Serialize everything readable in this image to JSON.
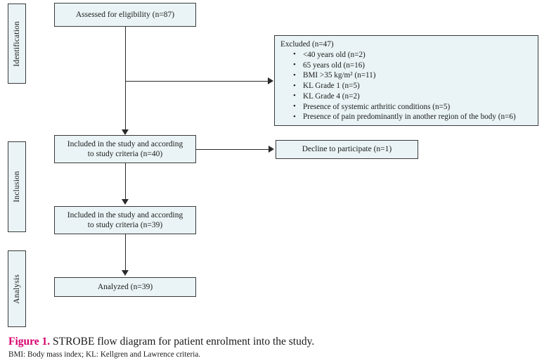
{
  "figure": {
    "stages": [
      {
        "id": "identification",
        "label": "Identification"
      },
      {
        "id": "inclusion",
        "label": "Inclusion"
      },
      {
        "id": "analysis",
        "label": "Analysis"
      }
    ],
    "boxes": {
      "assessed": "Assessed for eligibility (n=87)",
      "included_40_line1": "Included in the study and according",
      "included_40_line2": "to study criteria (n=40)",
      "included_39_line1": "Included in the study and according",
      "included_39_line2": "to study criteria (n=39)",
      "analyzed": "Analyzed (n=39)",
      "decline": "Decline to participate (n=1)"
    },
    "excluded": {
      "title": "Excluded (n=47)",
      "items": [
        "<40 years old (n=2)",
        "65 years old (n=16)",
        "BMI >35 kg/m² (n=11)",
        "KL Grade 1 (n=5)",
        "KL Grade 4 (n=2)",
        "Presence of systemic arthritic conditions (n=5)",
        "Presence of pain predominantly in another region of the body (n=6)"
      ]
    },
    "caption": {
      "figure_label": "Figure 1.",
      "title": " STROBE flow diagram for patient enrolment into the study.",
      "abbreviations": "BMI: Body mass index; KL: Kellgren and Lawrence criteria."
    },
    "colors": {
      "box_fill": "#eaf4f6",
      "box_border": "#3a3a3a",
      "connector": "#2b2b2b",
      "figure_label": "#d6006e",
      "text": "#1a1a1a",
      "page_background": "#ffffff"
    }
  }
}
